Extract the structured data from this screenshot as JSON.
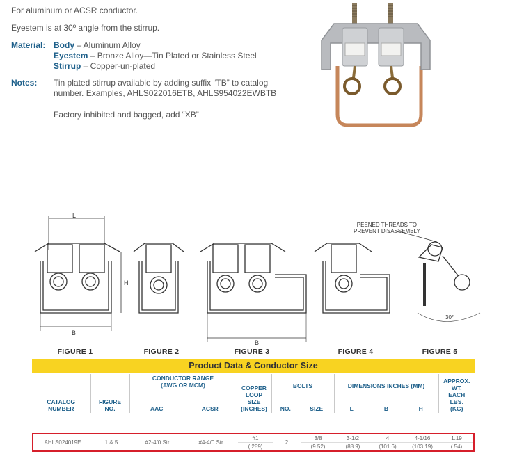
{
  "intro": {
    "line1": "For aluminum or ACSR conductor.",
    "line2": "Eyestem is at 30º angle from the stirrup."
  },
  "material": {
    "label": "Material:",
    "items": [
      {
        "key": "Body",
        "value": " – Aluminum Alloy"
      },
      {
        "key": "Eyestem",
        "value": " – Bronze Alloy—Tin Plated or Stainless Steel"
      },
      {
        "key": "Stirrup",
        "value": " – Copper-un-plated"
      }
    ]
  },
  "notes": {
    "label": "Notes:",
    "line1": "Tin plated stirrup available by adding suffix “TB” to catalog",
    "line2": "number. Examples, AHLS022016ETB, AHLS954022EWBTB",
    "line3": "Factory inhibited and bagged, add “XB”"
  },
  "drawing": {
    "dim_L": "L",
    "dim_H": "H",
    "dim_B1": "B",
    "dim_B3": "B",
    "peened_line1": "PEENED THREADS TO",
    "peened_line2": "PREVENT DISASSEMBLY",
    "angle": "30°"
  },
  "figures": [
    "FIGURE 1",
    "FIGURE 2",
    "FIGURE 3",
    "FIGURE 4",
    "FIGURE 5"
  ],
  "banner": "Product Data & Conductor Size",
  "table": {
    "h_catalog": [
      "CATALOG",
      "NUMBER"
    ],
    "h_figure": [
      "FIGURE",
      "NO."
    ],
    "h_range": [
      "CONDUCTOR RANGE",
      "(AWG OR MCM)"
    ],
    "h_aac": "AAC",
    "h_acsr": "ACSR",
    "h_copper": [
      "COPPER",
      "LOOP",
      "SIZE",
      "(INCHES)"
    ],
    "h_bolts": "BOLTS",
    "h_no": "NO.",
    "h_size": "SIZE",
    "h_dims": "DIMENSIONS INCHES (MM)",
    "h_L": "L",
    "h_B": "B",
    "h_H": "H",
    "h_wt": [
      "APPROX.",
      "WT.",
      "EACH",
      "LBS.",
      "(KG)"
    ],
    "row": {
      "catalog": "AHLS024019E",
      "figure": "1 & 5",
      "aac": "#2-4/0 Str.",
      "acsr": "#4-4/0 Str.",
      "copper": "#1",
      "copper_mm": "(.289)",
      "bolts_no": "2",
      "bolt_size": "3/8",
      "bolt_size_mm": "(9.52)",
      "L": "3-1/2",
      "L_mm": "(88.9)",
      "B": "4",
      "B_mm": "(101.6)",
      "H": "4-1/16",
      "H_mm": "(103.19)",
      "wt": "1.19",
      "wt_kg": "(.54)"
    }
  }
}
